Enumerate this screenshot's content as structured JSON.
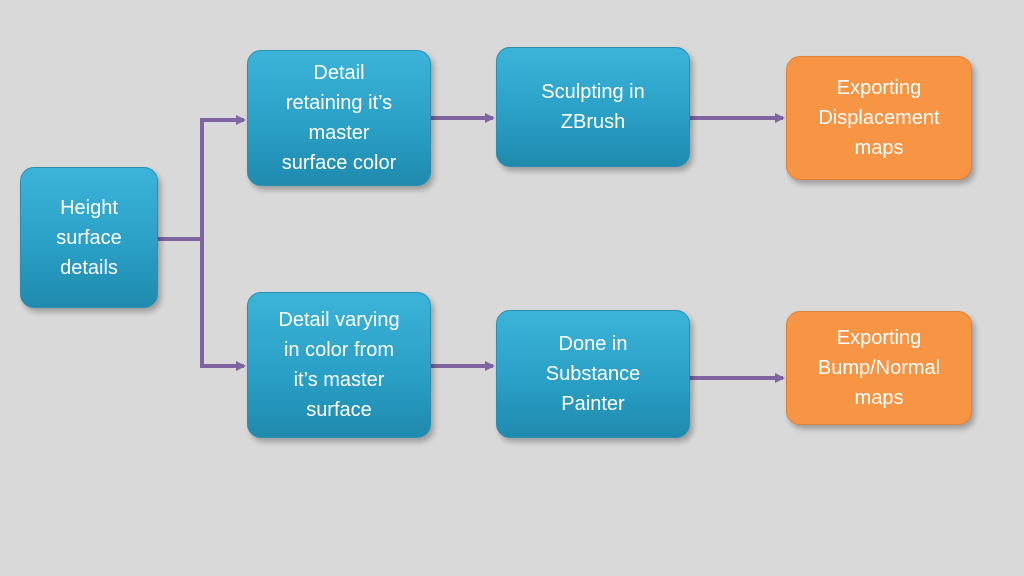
{
  "diagram": {
    "nodes": {
      "height": {
        "label": "Height\nsurface\ndetails"
      },
      "retain": {
        "label": "Detail\nretaining it’s\nmaster\nsurface color"
      },
      "varying": {
        "label": "Detail varying\nin color from\nit’s master\nsurface"
      },
      "sculpt": {
        "label": "Sculpting in\nZBrush"
      },
      "done": {
        "label": "Done in\nSubstance\nPainter"
      },
      "disp": {
        "label": "Exporting\nDisplacement\nmaps"
      },
      "bump": {
        "label": "Exporting\nBump/Normal\nmaps"
      }
    },
    "colors": {
      "background": "#d9d9d9",
      "process_node": "#2ea6cc",
      "output_node": "#f79545",
      "connector": "#8064a2",
      "text": "#ffffff"
    }
  }
}
